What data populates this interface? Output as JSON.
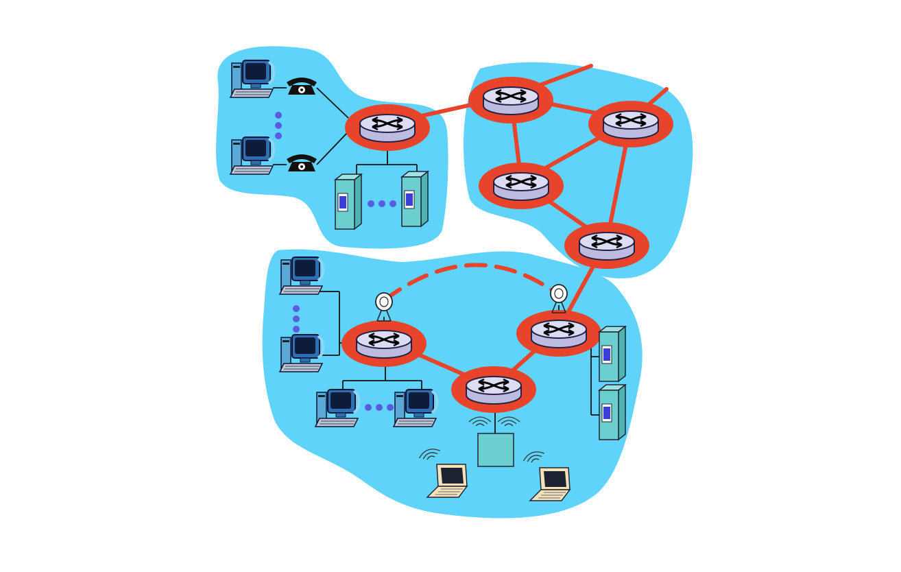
{
  "colors": {
    "background": "#ffffff",
    "region": "#5fd3fa",
    "core_link": "#e8432b",
    "router_highlight": "#e8432b",
    "router_body": "#d4d2ee",
    "router_outline": "#222244",
    "access_link": "#111111",
    "server": "#6ccfcf",
    "server_screen": "#3a3fd8",
    "dots": "#5a5ce0",
    "laptop": "#f4e3b8",
    "access_point": "#6ccfcf"
  },
  "diagram": {
    "regions": [
      "home-network",
      "isp-network",
      "enterprise-network"
    ],
    "routers": [
      "home-edge-router",
      "isp-router-a",
      "isp-router-b",
      "isp-router-c",
      "isp-router-d",
      "enterprise-router-left",
      "enterprise-router-center",
      "enterprise-router-right"
    ],
    "devices": {
      "home": [
        "desktop",
        "desktop",
        "telephone",
        "telephone",
        "server",
        "server"
      ],
      "enterprise": [
        "desktop",
        "desktop",
        "desktop",
        "desktop",
        "server",
        "server",
        "laptop",
        "laptop",
        "access-point",
        "satellite-dish",
        "satellite-dish"
      ]
    },
    "links": {
      "core": "solid",
      "satellite": "dashed",
      "access": "thin"
    },
    "icons": [
      "router-icon",
      "desktop-icon",
      "telephone-icon",
      "server-icon",
      "laptop-icon",
      "satellite-dish-icon",
      "access-point-icon",
      "wireless-signal-icon",
      "ellipsis-dots-icon"
    ]
  }
}
